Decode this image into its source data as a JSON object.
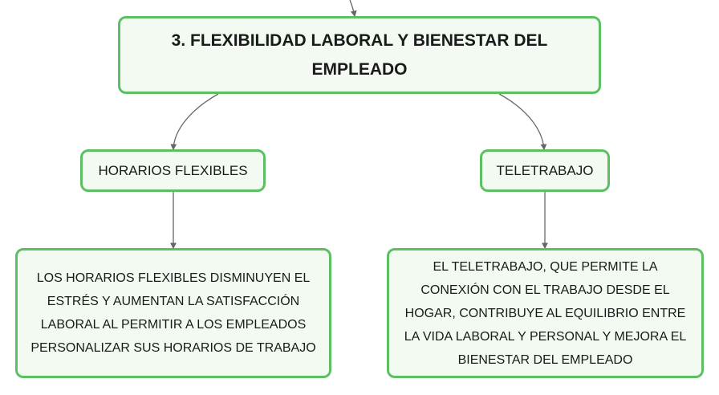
{
  "diagram": {
    "root": {
      "title": "3. FLEXIBILIDAD LABORAL Y BIENESTAR DEL EMPLEADO"
    },
    "branches": [
      {
        "label": "HORARIOS FLEXIBLES",
        "detail": "LOS HORARIOS FLEXIBLES DISMINUYEN EL ESTRÉS Y AUMENTAN LA SATISFACCIÓN LABORAL AL PERMITIR A LOS EMPLEADOS PERSONALIZAR SUS HORARIOS DE TRABAJO"
      },
      {
        "label": "TELETRABAJO",
        "detail": "EL TELETRABAJO, QUE PERMITE LA CONEXIÓN CON EL TRABAJO DESDE EL HOGAR, CONTRIBUYE AL EQUILIBRIO ENTRE LA VIDA LABORAL Y PERSONAL Y MEJORA EL BIENESTAR DEL EMPLEADO"
      }
    ],
    "colors": {
      "node_border": "#5cbf63",
      "node_fill": "#f2faf2",
      "connector": "#666666"
    }
  }
}
